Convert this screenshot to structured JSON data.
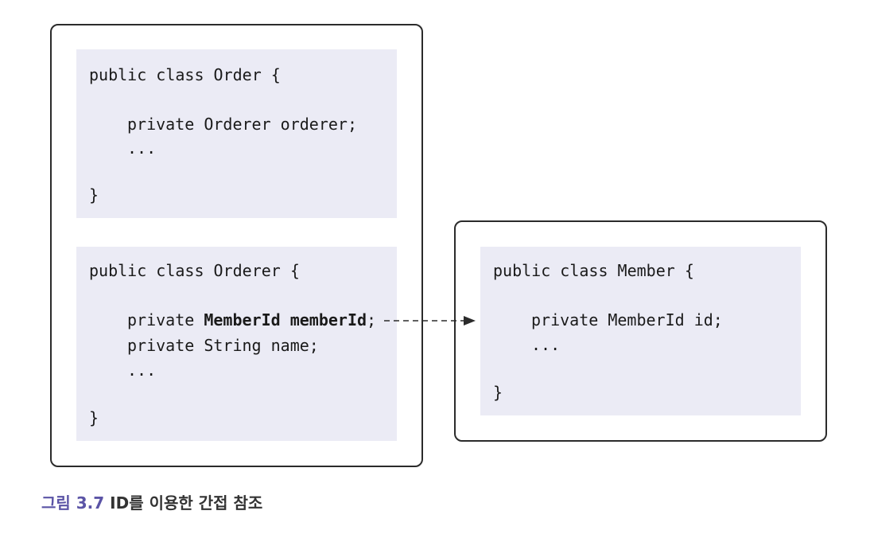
{
  "order_class": {
    "header": "public class Order {",
    "field": "private Orderer orderer;",
    "ellipsis": "...",
    "close": "}"
  },
  "orderer_class": {
    "header": "public class Orderer {",
    "field1_prefix": "private ",
    "field1_bold": "MemberId memberId",
    "field1_suffix": ";",
    "field2": "private String name;",
    "ellipsis": "...",
    "close": "}"
  },
  "member_class": {
    "header": "public class Member {",
    "field": "private MemberId id;",
    "ellipsis": "...",
    "close": "}"
  },
  "caption": {
    "figure_label": "그림 3.7",
    "text": "ID를 이용한 간접 참조"
  },
  "colors": {
    "code_bg": "#ebebf5",
    "border": "#2b2b2b",
    "caption_accent": "#5b54a6"
  }
}
